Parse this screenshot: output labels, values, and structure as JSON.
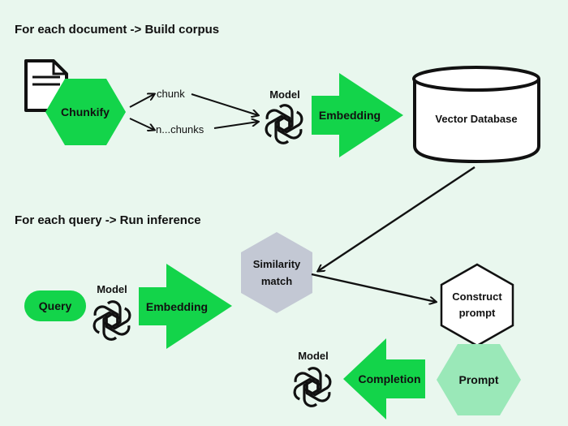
{
  "headings": {
    "build": "For each document -> Build corpus",
    "run": "For each query -> Run inference"
  },
  "corpus": {
    "chunkify": "Chunkify",
    "chunk": "chunk",
    "n_chunks": "n...chunks",
    "model": "Model",
    "embedding": "Embedding",
    "database": "Vector Database"
  },
  "inference": {
    "query": "Query",
    "model": "Model",
    "embedding": "Embedding",
    "similarity_line1": "Similarity",
    "similarity_line2": "match",
    "construct_line1": "Construct",
    "construct_line2": "prompt",
    "prompt": "Prompt",
    "completion": "Completion",
    "completion_model": "Model"
  },
  "colors": {
    "background": "#e9f7ee",
    "accent_green": "#13d44a",
    "light_green": "#9ae8b8",
    "gray": "#c3c8d4",
    "stroke": "#111111"
  },
  "icons": [
    "document-icon",
    "openai-model-icon",
    "database-cylinder-icon"
  ]
}
